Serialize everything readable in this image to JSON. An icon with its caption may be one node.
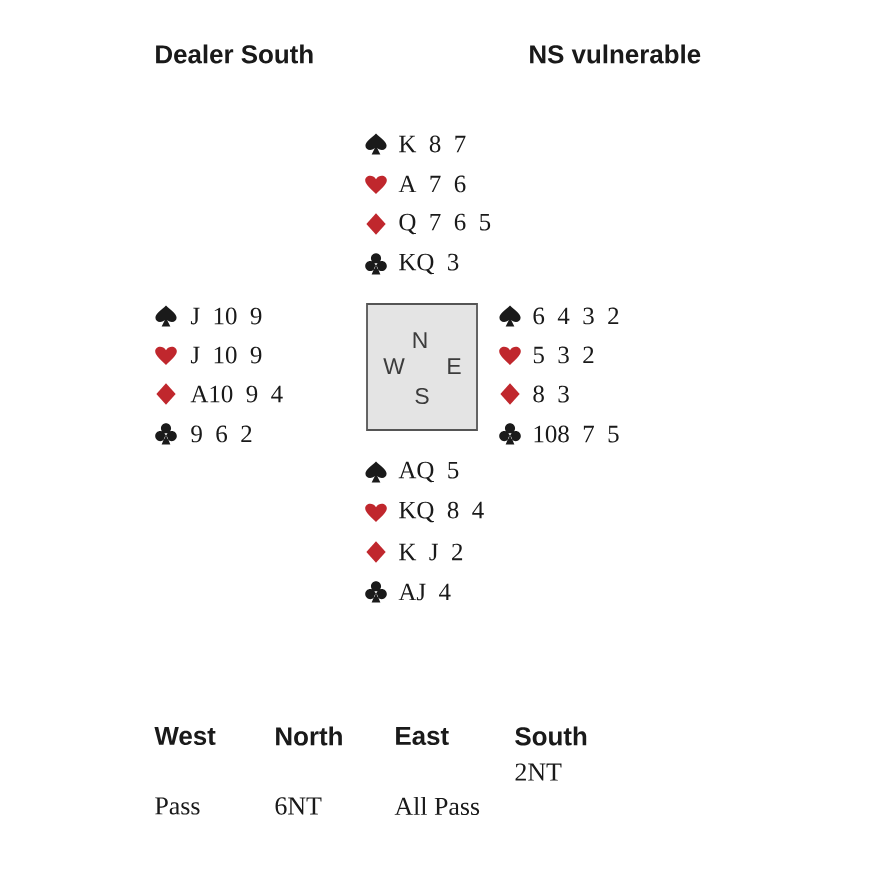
{
  "diagram": {
    "nodes": [
      {
        "text": [
          "N",
          "W",
          "E",
          "S"
        ]
      }
    ],
    "labels": [
      "Dealer South",
      "NS vulnerable",
      "K 8 7",
      "A 7 6",
      "Q 7 6 5",
      "KQ 3",
      "J 10 9",
      "J 10 9",
      "A10 9 4",
      "9 6 2",
      "6 4 3 2",
      "5 3 2",
      "8 3",
      "108 7 5",
      "AQ 5",
      "KQ 8 4",
      "K J 2",
      "AJ 4",
      "West",
      "North",
      "East",
      "South",
      "2NT",
      "Pass",
      "6NT",
      "All Pass"
    ]
  }
}
